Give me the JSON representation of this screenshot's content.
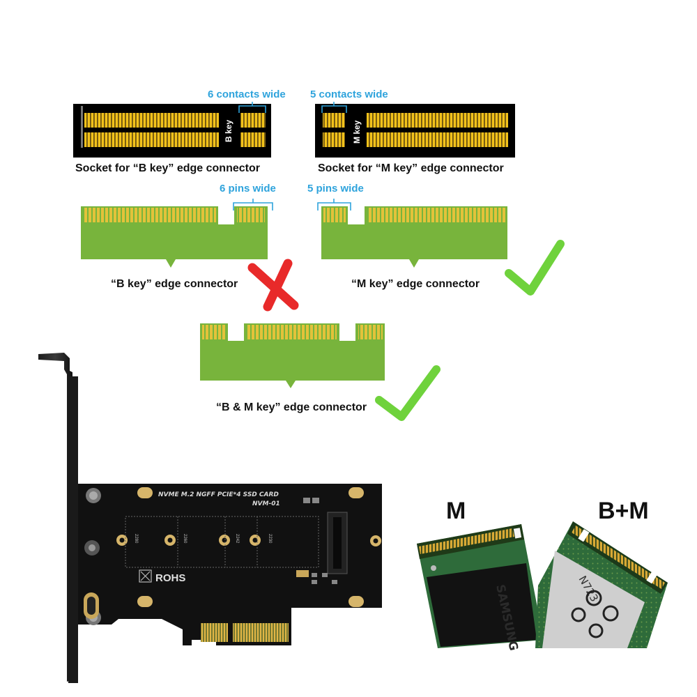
{
  "labels": {
    "b_socket_width": "6 contacts wide",
    "m_socket_width": "5 contacts wide",
    "b_socket_key": "B key",
    "m_socket_key": "M key",
    "b_socket_caption": "Socket for “B key” edge connector",
    "m_socket_caption": "Socket for “M key” edge connector",
    "b_pins": "6 pins wide",
    "m_pins": "5 pins wide",
    "b_connector_caption": "“B key” edge connector",
    "m_connector_caption": "“M key” edge connector",
    "bm_connector_caption": "“B & M key” edge connector"
  },
  "adapter": {
    "title": "NVME M.2 NGFF PCIE*4 SSD CARD",
    "model": "NVM-01",
    "rohs": "ROHS",
    "size_marks": [
      "2280",
      "2260",
      "2242",
      "2230"
    ]
  },
  "ssd_labels": {
    "m": "M",
    "bm": "B+M"
  },
  "verdicts": {
    "b_key": "incompatible",
    "m_key": "compatible",
    "bm_key": "compatible"
  },
  "colors": {
    "accent_blue": "#2ea3dc",
    "gold_contact": "#f0c419",
    "connector_green": "#78b43c",
    "cross_red": "#e82a2a",
    "check_green": "#6fd23c"
  }
}
